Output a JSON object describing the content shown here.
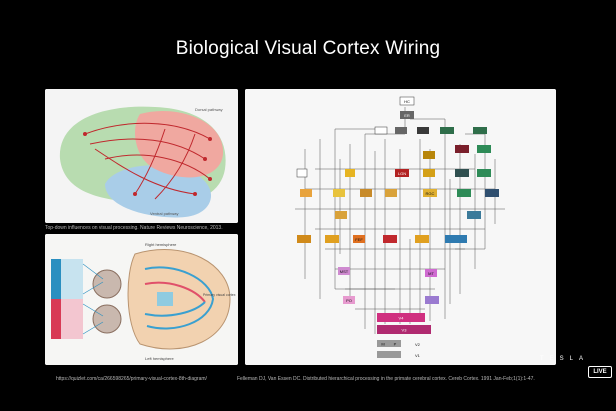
{
  "slide": {
    "title": "Biological Visual Cortex Wiring"
  },
  "panels": {
    "top_left": {
      "caption": "Top-down influences on visual processing. Nature Reviews Neuroscience, 2013.",
      "labels": [
        "Dorsal pathway",
        "Ventral pathway"
      ]
    },
    "bottom_left": {
      "caption": "https://quizlet.com/ca/266598265/primary-visual-cortex-8th-diagram/",
      "labels": [
        "Right hemisphere",
        "Left hemisphere",
        "Primary visual cortex"
      ]
    },
    "right": {
      "caption": "Felleman DJ, Van Essen DC. Distributed hierarchical processing in the primate cerebral cortex. Cereb Cortex. 1991 Jan-Feb;1(1):1-47.",
      "labels": [
        "HC",
        "ER",
        "LGN",
        "RGC",
        "FEF",
        "MST",
        "MT",
        "PO",
        "V4",
        "V3",
        "V2",
        "V1",
        "M",
        "P"
      ]
    }
  },
  "branding": {
    "logo": "TESLA",
    "live": "LIVE"
  },
  "colors": {
    "background": "#000000",
    "title": "#ffffff",
    "panel": "#f4f4f4",
    "caption": "#b8b8b8"
  }
}
